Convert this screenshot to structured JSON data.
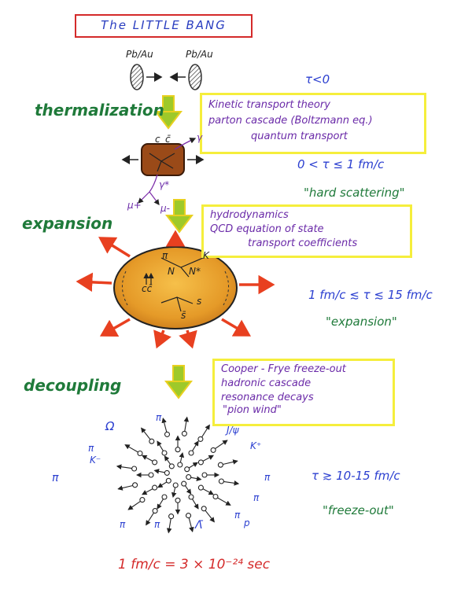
{
  "title": "The LITTLE BANG",
  "nuclei": {
    "left": "Pb/Au",
    "right": "Pb/Au"
  },
  "tau_negative": "τ<0",
  "stages": {
    "thermalization": "thermalization",
    "expansion": "expansion",
    "decoupling": "decoupling"
  },
  "boxes": {
    "thermalization": [
      "Kinetic transport theory",
      "parton cascade (Boltzmann eq.)",
      "quantum transport"
    ],
    "expansion": [
      "hydrodynamics",
      "QCD equation of state",
      "transport coefficients"
    ],
    "decoupling": [
      "Cooper - Frye freeze-out",
      "hadronic cascade",
      "resonance decays",
      "\"pion wind\""
    ]
  },
  "times": {
    "thermalization": "0 < τ ≤ 1 fm/c",
    "expansion": "1 fm/c ≲ τ ≲ 15 fm/c",
    "decoupling": "τ ≳ 10-15 fm/c"
  },
  "phase_labels": {
    "hard_scattering": "\"hard scattering\"",
    "expansion": "\"expansion\"",
    "freeze_out": "\"freeze-out\""
  },
  "fireball_labels": {
    "c": "c",
    "cbar": "c̄",
    "gamma1": "γ",
    "gamma2": "γ*",
    "muplus": "μ+",
    "muminus": "μ-",
    "pi": "π",
    "K": "K",
    "N": "N",
    "N2": "N*",
    "ccbar": "cc̄",
    "s": "s",
    "sbar": "s̄"
  },
  "particles": {
    "Omega": "Ω",
    "pi_top": "π",
    "jpsi": "J/ψ",
    "pi_left": "π",
    "K_minus": "K⁻",
    "K_plus": "K⁺",
    "pi_far_left": "π",
    "pi_right1": "π",
    "pi_right2": "π",
    "pi_bottom_left": "π",
    "pi_bottom2": "π",
    "Lambda": "Λ̄",
    "pi_bottom3": "π",
    "p": "p"
  },
  "conversion": "1 fm/c = 3 × 10⁻²⁴ sec",
  "colors": {
    "accent_red": "#d42a2a",
    "text_blue": "#2b3fd0",
    "text_purple": "#6a2aa8",
    "stage_green": "#1f7a3a",
    "highlight_yellow": "#f5ee3c",
    "fireball_orange": "#e8a030",
    "arrow_green": "#9ec92a"
  }
}
